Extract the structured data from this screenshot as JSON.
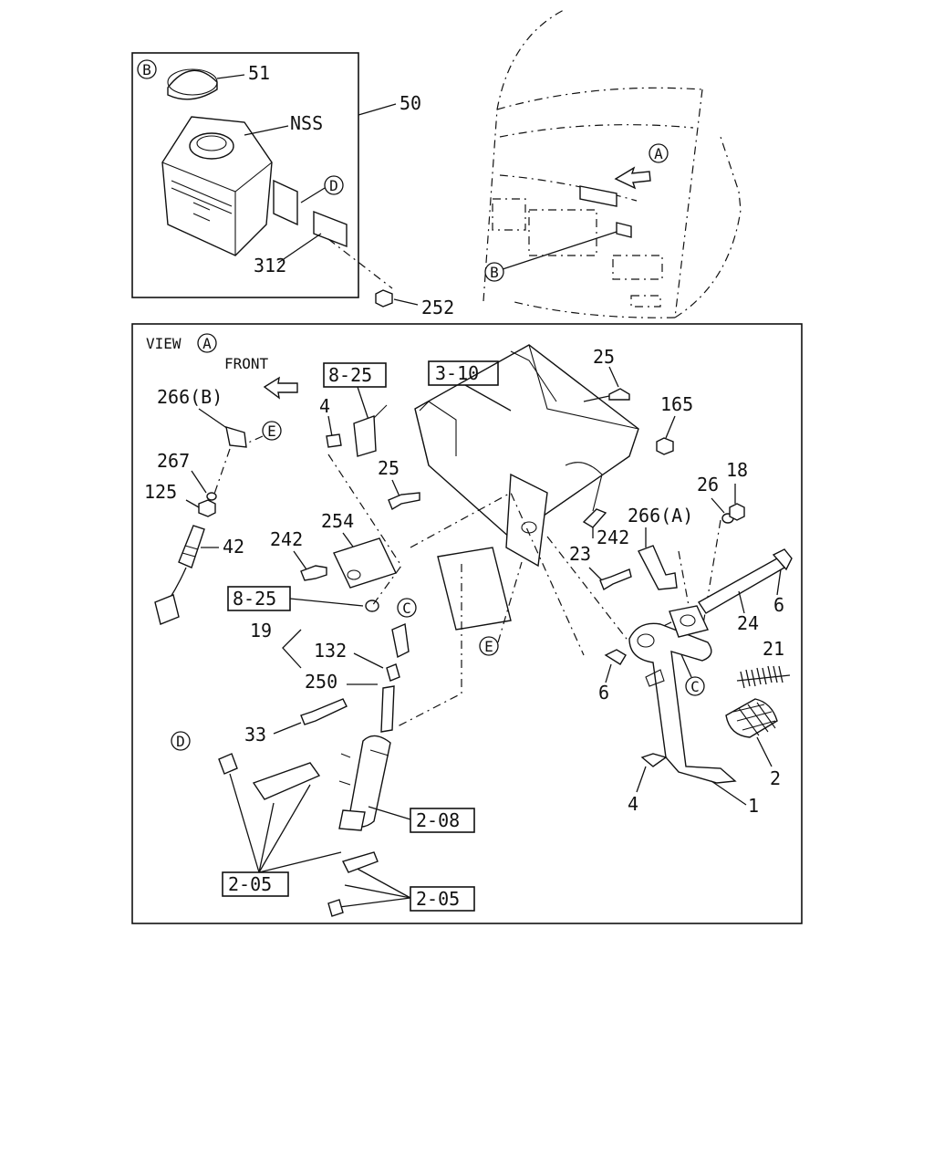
{
  "inset": {
    "view_marker": "B",
    "labels": {
      "cap": "51",
      "assembly": "50",
      "reservoir": "NSS",
      "detail_ref": "D",
      "bracket": "312",
      "nut": "252"
    }
  },
  "cab": {
    "view_marker": "A",
    "detail_marker": "B"
  },
  "main": {
    "view_label": "VIEW",
    "view_marker": "A",
    "front_label": "FRONT",
    "boxed_refs": {
      "ref_3_10": "3-10",
      "ref_8_25_top": "8-25",
      "ref_8_25_mid": "8-25",
      "ref_2_08": "2-08",
      "ref_2_05_left": "2-05",
      "ref_2_05_right": "2-05"
    },
    "circle_refs": {
      "e_top": "E",
      "e_mid": "E",
      "c_top": "C",
      "c_right": "C",
      "d_left": "D"
    },
    "part_numbers": {
      "p266b": "266(B)",
      "p267": "267",
      "p125": "125",
      "p42": "42",
      "p4_top": "4",
      "p25_top": "25",
      "p165": "165",
      "p25_mid": "25",
      "p254": "254",
      "p242_left": "242",
      "p242_right": "242",
      "p266a": "266(A)",
      "p26": "26",
      "p18": "18",
      "p23": "23",
      "p6_right": "6",
      "p24": "24",
      "p19": "19",
      "p132": "132",
      "p250": "250",
      "p21": "21",
      "p6_mid": "6",
      "p33": "33",
      "p2": "2",
      "p4_bottom": "4",
      "p1": "1"
    }
  }
}
